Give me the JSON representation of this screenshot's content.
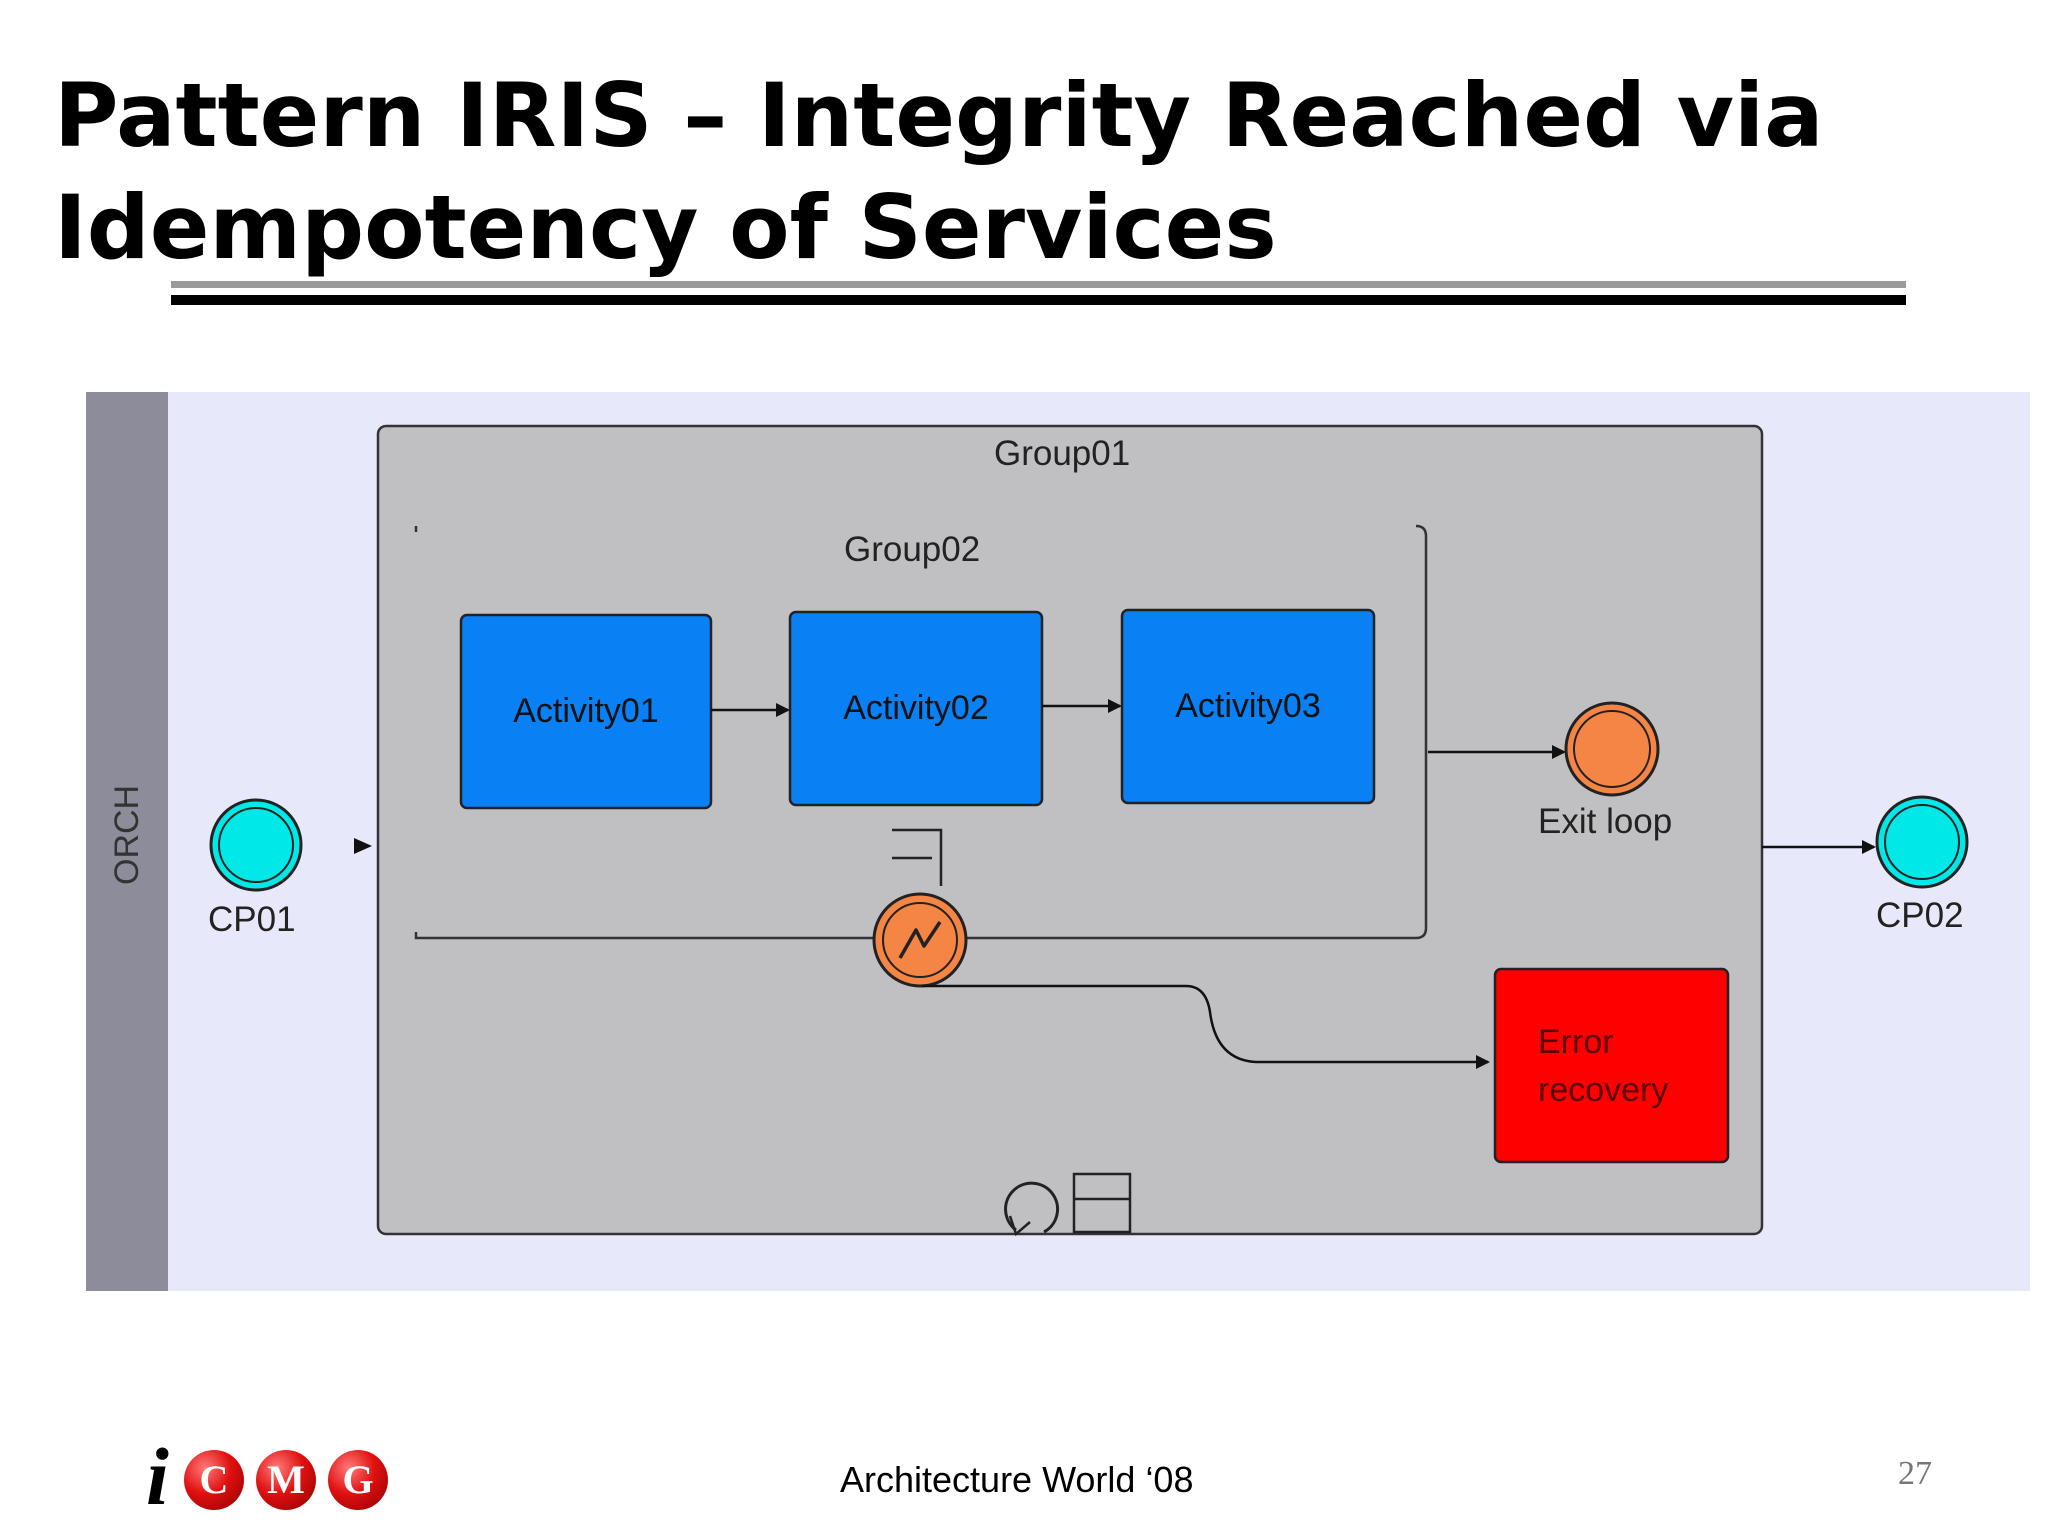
{
  "slide": {
    "title_line1": "Pattern IRIS – Integrity Reached via",
    "title_line2": "Idempotency of Services"
  },
  "diagram": {
    "pool_label": "ORCH",
    "group_outer": "Group01",
    "group_inner": "Group02",
    "start_event": "CP01",
    "end_event": "CP02",
    "activities": [
      "Activity01",
      "Activity02",
      "Activity03"
    ],
    "exit_event": "Exit loop",
    "error_task_line1": "Error",
    "error_task_line2": "recovery",
    "colors": {
      "pool_bg": "#e8e8fb",
      "lane_header": "#8c8c9a",
      "group_fill": "#c0c0c2",
      "activity": "#0a80f5",
      "event_start_end": "#00e8e8",
      "event_intermediate": "#f58545",
      "error_task": "#ff0000"
    }
  },
  "footer": {
    "logo_letters": [
      "i",
      "C",
      "M",
      "G"
    ],
    "center_text": "Architecture World ‘08",
    "page_number": "27"
  }
}
